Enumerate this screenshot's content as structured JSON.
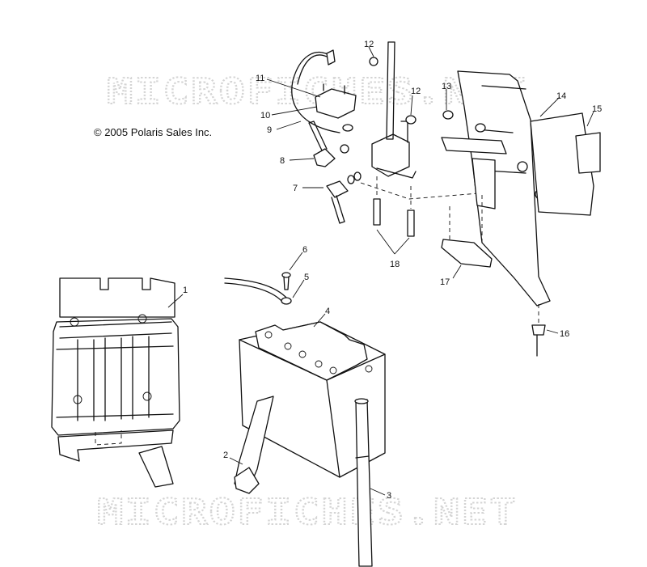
{
  "copyright": "© 2005 Polaris Sales Inc.",
  "watermarks": [
    "MICROFICHES.NET",
    "MICROFICHES.NET"
  ],
  "callouts": [
    "1",
    "2",
    "3",
    "4",
    "5",
    "6",
    "7",
    "8",
    "9",
    "10",
    "11",
    "12",
    "12",
    "13",
    "14",
    "15",
    "16",
    "17",
    "18"
  ]
}
